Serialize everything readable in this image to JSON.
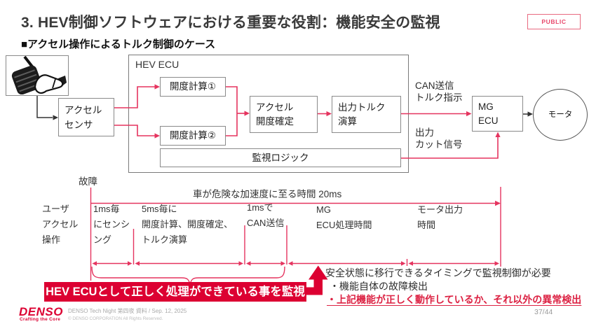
{
  "slide": {
    "title": "3. HEV制御ソフトウェアにおける重要な役割：機能安全の監視",
    "badge": "PUBLIC",
    "subtitle": "■アクセル操作によるトルク制御のケース"
  },
  "diagram": {
    "hev_ecu_label": "HEV ECU",
    "accel_sensor": "アクセル\nセンサ",
    "opening_calc1": "開度計算①",
    "opening_calc2": "開度計算②",
    "accel_opening_confirm": "アクセル\n開度確定",
    "output_torque_calc": "出力トルク\n演算",
    "monitor_logic": "監視ロジック",
    "can_transmit": "CAN送信\nトルク指示",
    "output_cut": "出力\nカット信号",
    "mg_ecu": "MG\nECU",
    "motor": "モータ"
  },
  "timeline": {
    "fault": "故障",
    "danger_duration": "車が危険な加速度に至る時間 20ms",
    "user_operation": "ユーザ\nアクセル\n操作",
    "seg1": "1ms毎\nにセンシ\nング",
    "seg2": "5ms毎に\n開度計算、開度確定、\nトルク演算",
    "seg3": "1msで\nCAN送信",
    "seg4": "MG\nECU処理時間",
    "seg5": "モータ出力\n時間"
  },
  "callouts": {
    "banner": "HEV ECUとして正しく処理ができている事を監視",
    "note": "安全状態に移行できるタイミングで監視制御が必要",
    "bullet1": "・機能自体の故障検出",
    "bullet2": "・上記機能が正しく動作しているか、それ以外の異常検出"
  },
  "footer": {
    "brand": "DENSO",
    "tagline": "Crafting the Core",
    "credit": "DENSO Tech Night 第四夜 資料 / Sep. 12, 2025",
    "copyright": "© DENSO CORPORATION All Rights Reserved.",
    "page": "37/44"
  },
  "colors": {
    "denso_red": "#dc0032",
    "line_red": "#e5345f",
    "badge_pink": "#e8476b",
    "box_border_gray": "#8a8a8a"
  }
}
